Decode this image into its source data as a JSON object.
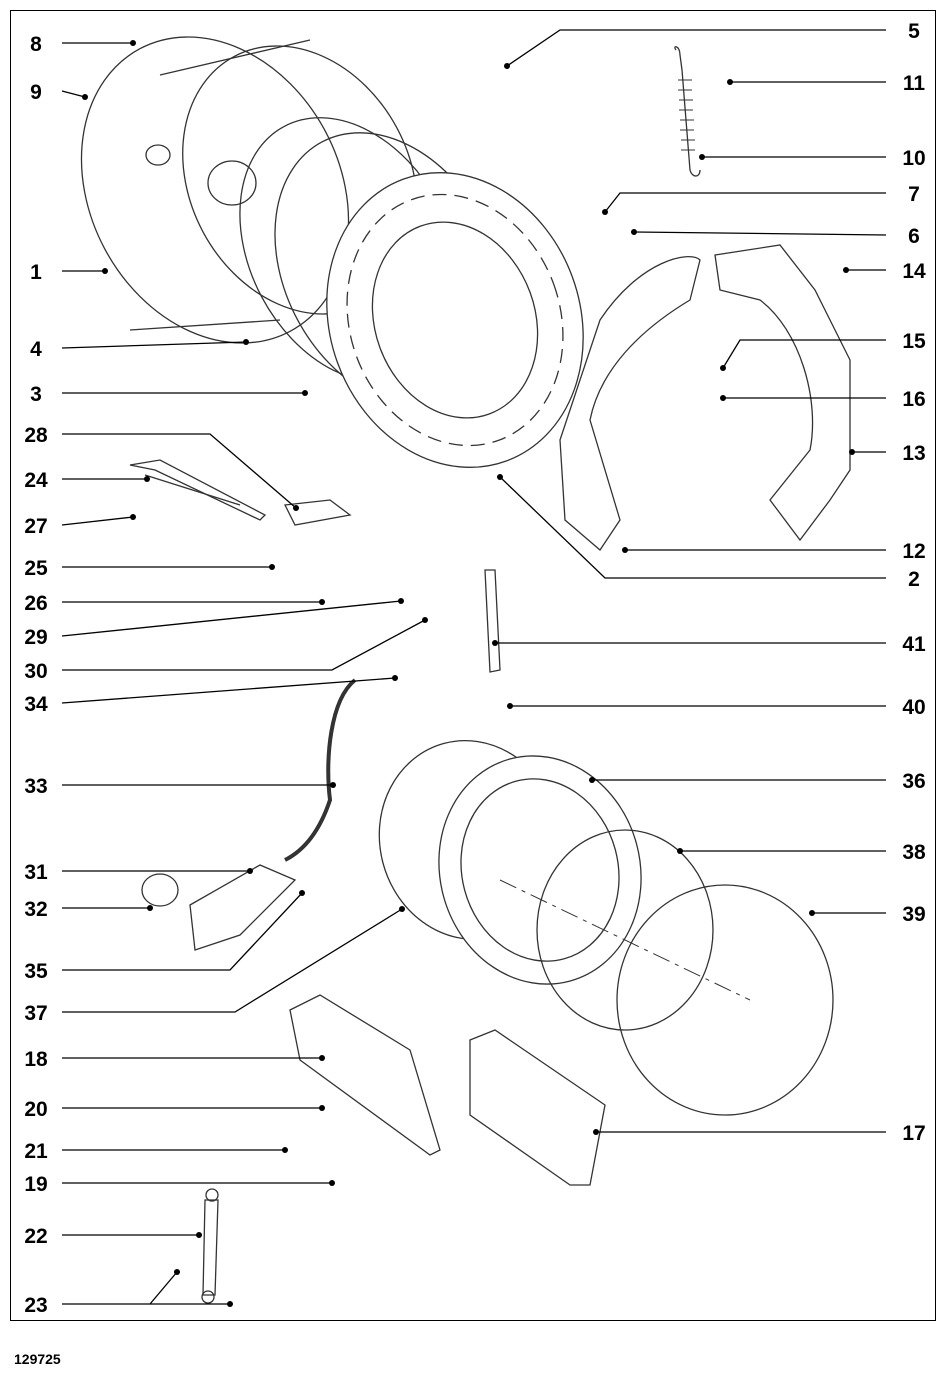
{
  "document_id": "129725",
  "callouts": [
    "1",
    "2",
    "3",
    "4",
    "5",
    "6",
    "7",
    "8",
    "9",
    "10",
    "11",
    "12",
    "13",
    "14",
    "15",
    "16",
    "17",
    "18",
    "19",
    "20",
    "21",
    "22",
    "23",
    "24",
    "25",
    "26",
    "27",
    "28",
    "29",
    "30",
    "31",
    "32",
    "33",
    "34",
    "35",
    "36",
    "37",
    "38",
    "39",
    "40",
    "41"
  ],
  "colors": {
    "line": "#000000",
    "part_fill": "#ffffff",
    "part_stroke": "#333333"
  }
}
